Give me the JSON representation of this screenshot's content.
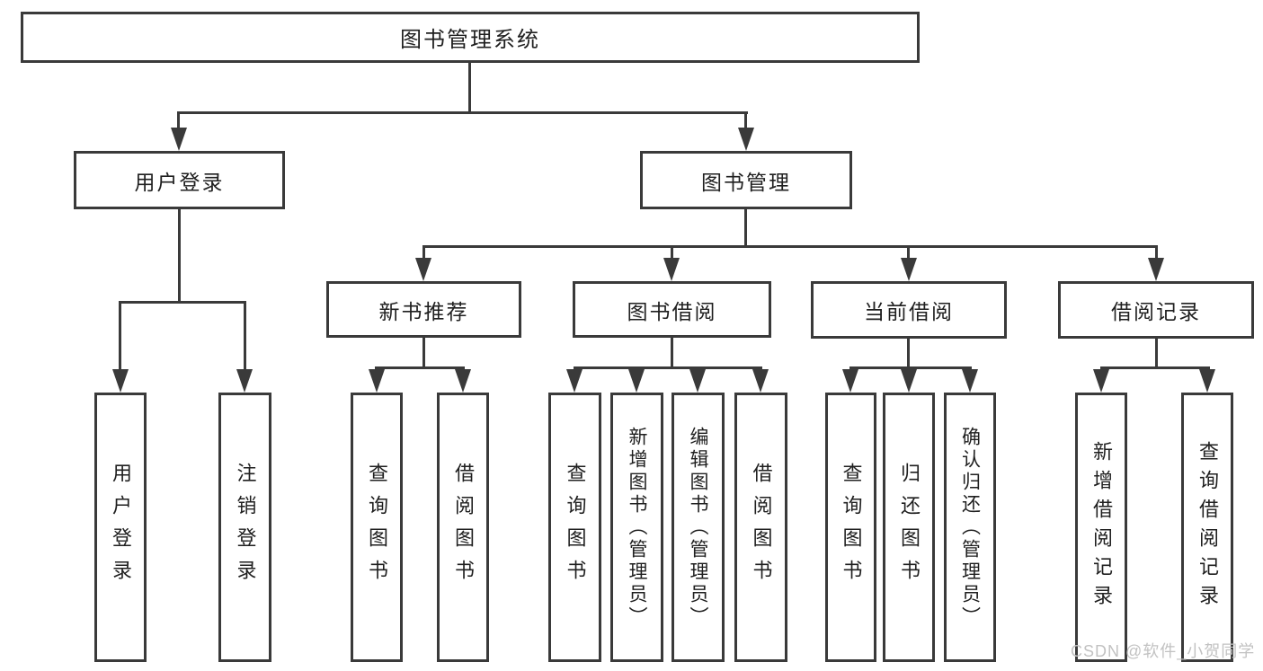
{
  "diagram": {
    "title": "图书管理系统",
    "level2": {
      "user_login": "用户登录",
      "book_mgmt": "图书管理"
    },
    "level3": {
      "new_books": "新书推荐",
      "book_borrow": "图书借阅",
      "current_borrow": "当前借阅",
      "borrow_records": "借阅记录"
    },
    "leaves": {
      "user_login": "用户登录",
      "logout": "注销登录",
      "nb_query_books": "查询图书",
      "nb_borrow_books": "借阅图书",
      "bb_query_books": "查询图书",
      "bb_add_books": "新增图书（管理员）",
      "bb_edit_books": "编辑图书（管理员）",
      "bb_borrow_books": "借阅图书",
      "cb_query_books": "查询图书",
      "cb_return_books": "归还图书",
      "cb_confirm_return": "确认归还（管理员）",
      "br_add_record": "新增借阅记录",
      "br_query_record": "查询借阅记录"
    }
  },
  "watermark": "CSDN @软件_小贺同学",
  "colors": {
    "line": "#3a3a3a",
    "text": "#1f1f1f",
    "watermark": "#c2c2c2",
    "background": "#ffffff"
  }
}
